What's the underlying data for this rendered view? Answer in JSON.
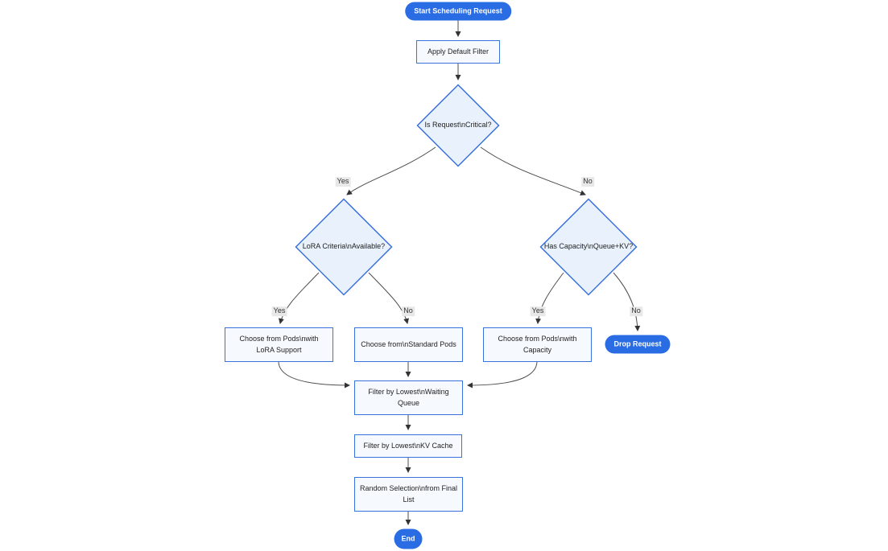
{
  "colors": {
    "accent_blue": "#2a6ce4",
    "node_border": "#3a72dd",
    "node_fill": "#f6faff",
    "decision_fill": "#e8f1fc",
    "edge": "#4d4d4d",
    "edge_label_bg": "#e8e8e8",
    "text": "#222222"
  },
  "diagram": {
    "type": "flowchart",
    "nodes": {
      "start": {
        "label": "Start Scheduling Request",
        "shape": "stadium"
      },
      "apply_filter": {
        "label": "Apply Default Filter",
        "shape": "rect"
      },
      "is_critical": {
        "label": "Is Request\\nCritical?",
        "shape": "diamond"
      },
      "lora_criteria": {
        "label": "LoRA Criteria\\nAvailable?",
        "shape": "diamond"
      },
      "has_capacity": {
        "label": "Has Capacity\\nQueue+KV?",
        "shape": "diamond"
      },
      "pods_lora": {
        "label": "Choose from Pods\\nwith LoRA Support",
        "shape": "rect"
      },
      "pods_standard": {
        "label": "Choose from\\nStandard Pods",
        "shape": "rect"
      },
      "pods_capacity": {
        "label": "Choose from Pods\\nwith Capacity",
        "shape": "rect"
      },
      "drop_request": {
        "label": "Drop Request",
        "shape": "stadium"
      },
      "filter_waiting": {
        "label": "Filter by Lowest\\nWaiting Queue",
        "shape": "rect"
      },
      "filter_kv": {
        "label": "Filter by Lowest\\nKV Cache",
        "shape": "rect"
      },
      "random_selection": {
        "label": "Random Selection\\nfrom Final List",
        "shape": "rect"
      },
      "end": {
        "label": "End",
        "shape": "stadium"
      }
    },
    "edge_labels": {
      "critical_yes": "Yes",
      "critical_no": "No",
      "lora_yes": "Yes",
      "lora_no": "No",
      "capacity_yes": "Yes",
      "capacity_no": "No"
    }
  }
}
